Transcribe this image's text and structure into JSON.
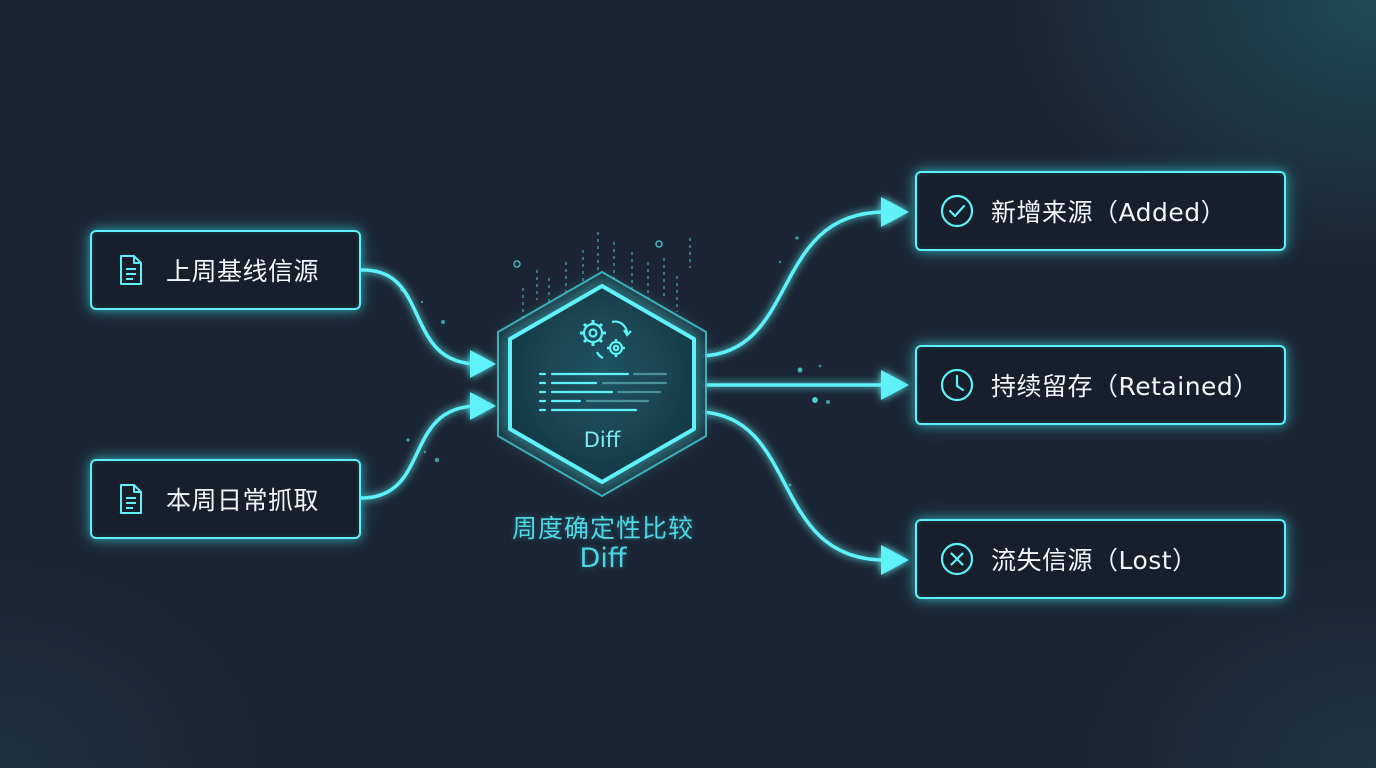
{
  "inputs": [
    {
      "label": "上周基线信源",
      "icon": "document-icon"
    },
    {
      "label": "本周日常抓取",
      "icon": "document-icon"
    }
  ],
  "hub": {
    "inner_label": "Diff",
    "title": "周度确定性比较",
    "subtitle": "Diff",
    "icon": "gears-icon"
  },
  "outputs": [
    {
      "label": "新增来源（Added）",
      "icon": "check-circle-icon"
    },
    {
      "label": "持续留存（Retained）",
      "icon": "clock-icon"
    },
    {
      "label": "流失信源（Lost）",
      "icon": "x-circle-icon"
    }
  ],
  "colors": {
    "background": "#1b2535",
    "accent": "#5ef2f8",
    "hub_text": "#4fd8e4",
    "node_text": "#f2f6f8"
  }
}
